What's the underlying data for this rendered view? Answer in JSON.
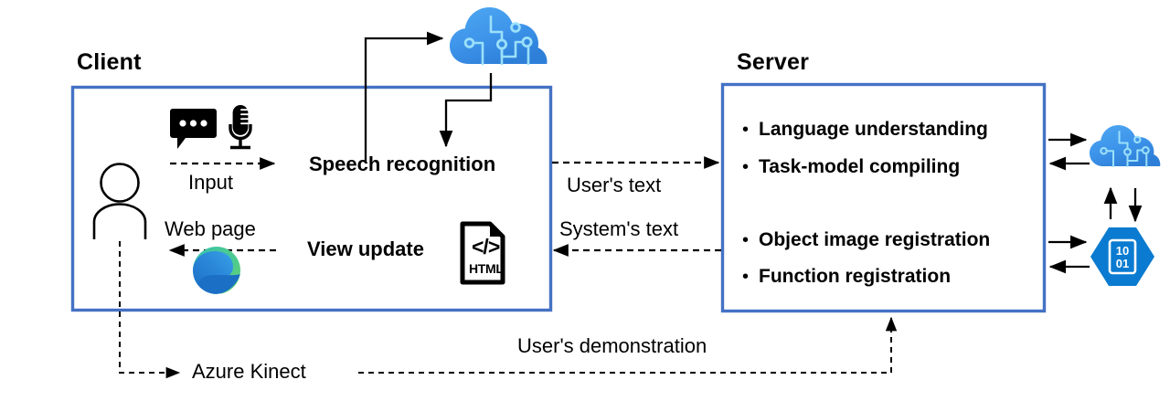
{
  "diagram": {
    "title_client": "Client",
    "title_server": "Server",
    "client": {
      "input_label": "Input",
      "speech_label": "Speech recognition",
      "webpage_label": "Web page",
      "viewupdate_label": "View update",
      "icons": {
        "speech_bubble": "speech-bubble-icon",
        "microphone": "microphone-icon",
        "person": "person-icon",
        "browser": "edge-browser-icon",
        "html_file": "html-file-icon",
        "html_file_code": "</>",
        "html_file_text": "HTML"
      }
    },
    "server": {
      "bullets": [
        "Language understanding",
        "Task-model compiling",
        "Object image registration",
        "Function registration"
      ]
    },
    "flows": {
      "users_text": "User's text",
      "systems_text": "System's text",
      "users_demonstration": "User's demonstration",
      "azure_kinect": "Azure Kinect"
    },
    "cloud_services": {
      "top_cloud": "cloud-ai-icon",
      "right_cloud": "cloud-ai-icon",
      "right_hex": "binary-data-hexagon-icon",
      "hex_digits_top": "10",
      "hex_digits_bottom": "01"
    },
    "colors": {
      "box_border": "#4472C4",
      "azure_blue": "#0078D4",
      "cloud_light": "#50B0F0",
      "line": "#000000",
      "dashed": "#3F3F3F"
    }
  }
}
